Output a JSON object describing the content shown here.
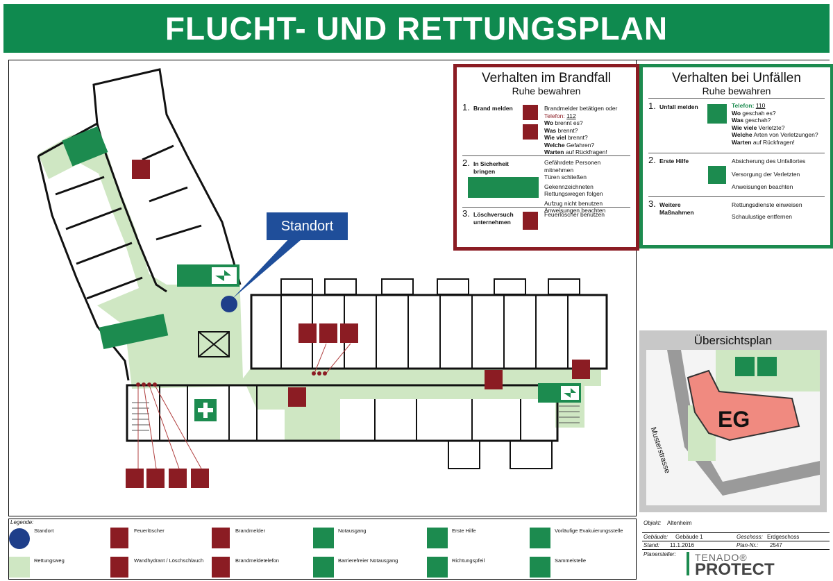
{
  "title": "FLUCHT- UND RETTUNGSPLAN",
  "standort_label": "Standort",
  "colors": {
    "green": "#0f8a4f",
    "red": "#8b1c23",
    "blue": "#1f3f8a",
    "escape_route": "#cfe7c3"
  },
  "brand": {
    "title": "Verhalten im Brandfall",
    "subtitle": "Ruhe bewahren",
    "s1_num": "1.",
    "s1_label": "Brand melden",
    "s1_line1": "Brandmelder betätigen oder",
    "s1_phone_key": "Telefon:",
    "s1_phone": "112",
    "s1_q1a": "Wo",
    "s1_q1b": " brennt es?",
    "s1_q2a": "Was",
    "s1_q2b": " brennt?",
    "s1_q3a": "Wie viel",
    "s1_q3b": " brennt?",
    "s1_q4a": "Welche",
    "s1_q4b": " Gefahren?",
    "s1_q5a": "Warten",
    "s1_q5b": " auf Rückfragen!",
    "s2_num": "2.",
    "s2_label": "In Sicherheit bringen",
    "s2_l1": "Gefährdete Personen mitnehmen",
    "s2_l2": "Türen schließen",
    "s2_l3": "Gekennzeichneten Rettungswegen folgen",
    "s2_l4": "Aufzug nicht benutzen",
    "s2_l5": "Anweisungen beachten",
    "s3_num": "3.",
    "s3_label": "Löschversuch unternehmen",
    "s3_l1": "Feuerlöscher benutzen"
  },
  "unfall": {
    "title": "Verhalten bei Unfällen",
    "subtitle": "Ruhe bewahren",
    "s1_num": "1.",
    "s1_label": "Unfall melden",
    "s1_phone_key": "Telefon:",
    "s1_phone": "110",
    "s1_q1a": "Wo",
    "s1_q1b": " geschah es?",
    "s1_q2a": "Was",
    "s1_q2b": " geschah?",
    "s1_q3a": "Wie viele",
    "s1_q3b": " Verletzte?",
    "s1_q4a": "Welche",
    "s1_q4b": " Arten von Verletzungen?",
    "s1_q5a": "Warten",
    "s1_q5b": " auf Rückfragen!",
    "s2_num": "2.",
    "s2_label": "Erste Hilfe",
    "s2_l1": "Absicherung des Unfallortes",
    "s2_l2": "Versorgung der Verletzten",
    "s2_l3": "Anweisungen beachten",
    "s3_num": "3.",
    "s3_label": "Weitere Maßnahmen",
    "s3_l1": "Rettungsdienste einweisen",
    "s3_l2": "Schaulustige entfernen"
  },
  "overview": {
    "title": "Übersichtsplan",
    "street": "Musterstrasse",
    "floor": "EG"
  },
  "legend": {
    "title": "Legende:",
    "standort": "Standort",
    "rettungsweg": "Rettungsweg",
    "feuerloescher": "Feuerlöscher",
    "wandhydrant": "Wandhydrant / Löschschlauch",
    "brandmelder": "Brandmelder",
    "brandmeldetelefon": "Brandmeldetelefon",
    "notausgang": "Notausgang",
    "barrierefrei": "Barrierefreier Notausgang",
    "erste_hilfe": "Erste Hilfe",
    "richtungspfeil": "Richtungspfeil",
    "evakuierung": "Vorläufige Evakuierungsstelle",
    "sammelstelle": "Sammelstelle"
  },
  "info": {
    "objekt_k": "Objekt:",
    "objekt_v": "Altenheim",
    "gebaeude_k": "Gebäude:",
    "gebaeude_v": "Gebäude 1",
    "geschoss_k": "Geschoss:",
    "geschoss_v": "Erdgeschoss",
    "stand_k": "Stand:",
    "stand_v": "11.1.2016",
    "plannr_k": "Plan-Nr.:",
    "plannr_v": "2547",
    "planersteller_k": "Planersteller:",
    "logo_top": "TENADO®",
    "logo_bottom": "PROTECT"
  }
}
